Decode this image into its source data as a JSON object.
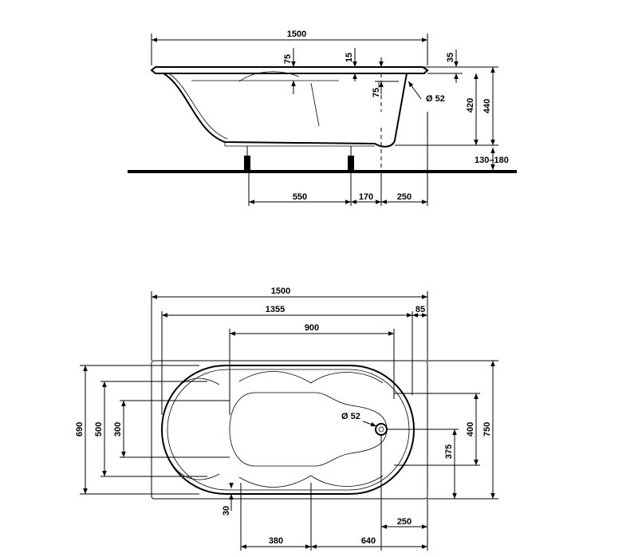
{
  "side_view": {
    "overall_length": "1500",
    "rim_offset_left": "75",
    "rim_offset_mid": "15",
    "rim_thickness": "35",
    "drain_offset": "75",
    "drain_diameter": "Ø 52",
    "inner_depth": "420",
    "total_height": "440",
    "leg_height_range": "130–180",
    "leg_spacing": "550",
    "leg_to_drain": "170",
    "drain_to_end": "250"
  },
  "top_view": {
    "overall_length": "1500",
    "inner_length": "1355",
    "end_offset": "85",
    "seat_length": "900",
    "width_inner_690": "690",
    "width_500": "500",
    "width_300": "300",
    "drain_diameter": "Ø 52",
    "width_400": "400",
    "width_375": "375",
    "overall_width": "750",
    "bottom_offset": "30",
    "dim_380": "380",
    "dim_640": "640",
    "drain_to_end": "250"
  }
}
